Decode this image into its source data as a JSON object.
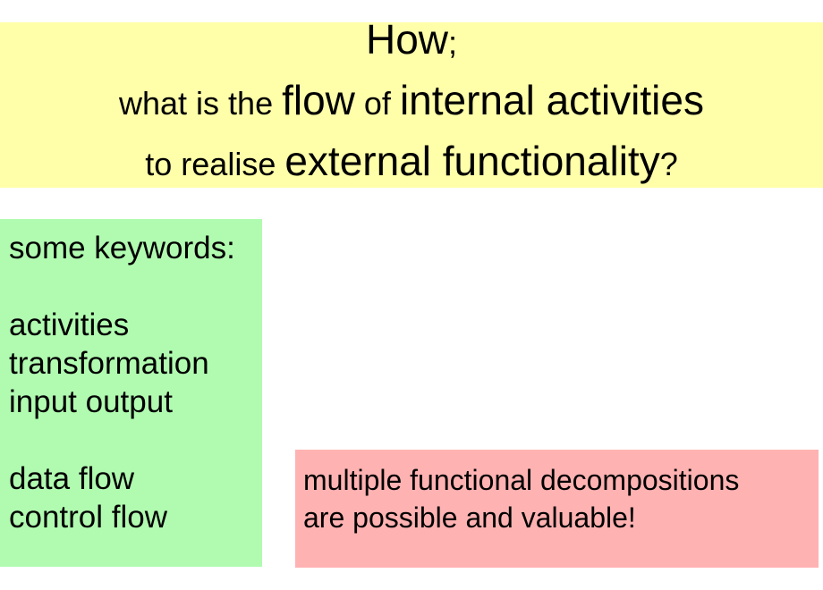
{
  "title": {
    "line1": [
      {
        "t": "How",
        "s": "lg"
      },
      {
        "t": ";",
        "s": "sm"
      }
    ],
    "line2": [
      {
        "t": "what is the ",
        "s": "sm"
      },
      {
        "t": "flow",
        "s": "lg"
      },
      {
        "t": " of ",
        "s": "sm"
      },
      {
        "t": "internal activities",
        "s": "lg"
      }
    ],
    "line3": [
      {
        "t": "to realise ",
        "s": "sm"
      },
      {
        "t": "external functionality",
        "s": "lg"
      },
      {
        "t": "?",
        "s": "sm"
      }
    ]
  },
  "keywords": {
    "heading": "some keywords:",
    "group1": [
      "activities",
      "transformation",
      "input output"
    ],
    "group2": [
      "data flow",
      "control flow"
    ]
  },
  "note": {
    "lines": [
      "multiple functional decompositions",
      "are possible and valuable!"
    ]
  },
  "colors": {
    "banner_background": "#ffffaa",
    "keywords_background": "#b1fbb1",
    "note_background": "#ffb2b2",
    "text": "#000000",
    "page_background": "#ffffff"
  }
}
